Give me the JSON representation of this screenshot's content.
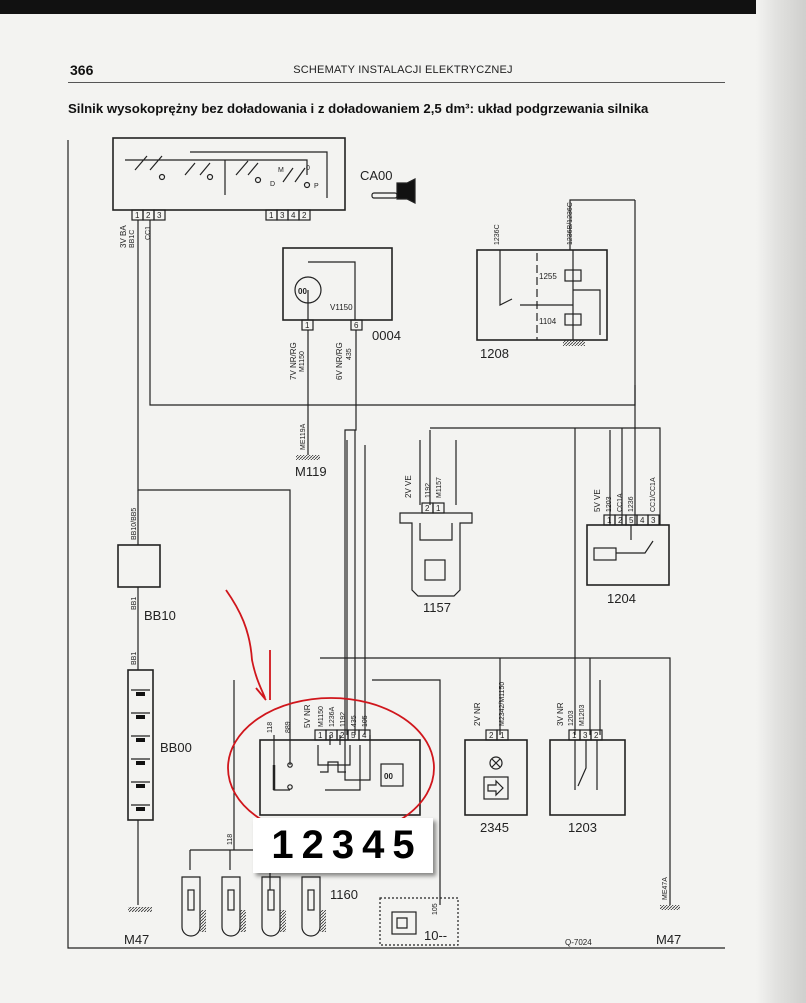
{
  "header": {
    "page_number": "366",
    "running_title": "SCHEMATY INSTALACJI ELEKTRYCZNEJ",
    "subtitle": "Silnik wysokoprężny bez doładowania i z doładowaniem 2,5 dm³: układ podgrzewania silnika"
  },
  "components": {
    "ignition": {
      "id": "CA00",
      "pins_left": [
        "1",
        "2",
        "3"
      ],
      "pins_right": [
        "1",
        "3",
        "4",
        "2"
      ],
      "switch_marks": [
        "M",
        "D",
        "0",
        "P"
      ],
      "wire1": "3V BA",
      "wire1b": "BB1C",
      "wire2": "CC1"
    },
    "warning_lamp": {
      "id": "0004",
      "lamp": "V1150",
      "pins": [
        "1",
        "6"
      ],
      "wireA": "7V NR/RG",
      "wireA2": "M1150",
      "wireB": "6V NR/RG",
      "wireB2": "435"
    },
    "ground_m119": {
      "id": "M119",
      "wire": "ME119A"
    },
    "relay_box": {
      "id": "1208",
      "relay1": "1255",
      "relay2": "1104",
      "wireA": "1236C",
      "wireB": "1236B/1236C"
    },
    "sensor": {
      "id": "1157",
      "conn": "2V VE",
      "pins": [
        "2",
        "1"
      ],
      "wireA": "1192",
      "wireB": "M1157"
    },
    "relay_1204": {
      "id": "1204",
      "conn": "5V VE",
      "pins": [
        "1",
        "2",
        "5",
        "4",
        "3"
      ],
      "wires": [
        "1203",
        "CC1A",
        "1236",
        "CC1/CC1A"
      ]
    },
    "fuse_bb10": {
      "id": "BB10",
      "wire_top": "BB10/BB5",
      "wire_bottom": "BB1"
    },
    "battery": {
      "id": "BB00",
      "wire_top": "BB1"
    },
    "ground_m47_left": {
      "id": "M47"
    },
    "preheat_unit": {
      "id": "1160",
      "conn": "5V NR",
      "pins": [
        "1",
        "3",
        "2",
        "5",
        "4"
      ],
      "wires": [
        "M1150",
        "1236A",
        "1192",
        "435",
        "105"
      ],
      "wire_left1": "118",
      "wire_left2": "889",
      "wire_plugs": "118"
    },
    "overlay_numbers": [
      "1",
      "2",
      "3",
      "4",
      "5"
    ],
    "lamp_2345": {
      "id": "2345",
      "conn": "2V NR",
      "pins": [
        "2",
        "1"
      ],
      "wire": "M2342/M1150"
    },
    "switch_1203": {
      "id": "1203",
      "conn": "3V NR",
      "pins": [
        "1",
        "3",
        "2"
      ],
      "wireA": "1203",
      "wireB": "M1203"
    },
    "starter": {
      "id": "10--",
      "wire": "105"
    },
    "ground_m47_right": {
      "id": "M47",
      "wire": "ME47A"
    },
    "drawing_ref": "Q-7024"
  },
  "colors": {
    "ink": "#222222",
    "annotation": "#d0161c",
    "paper": "#f3f3f1"
  }
}
